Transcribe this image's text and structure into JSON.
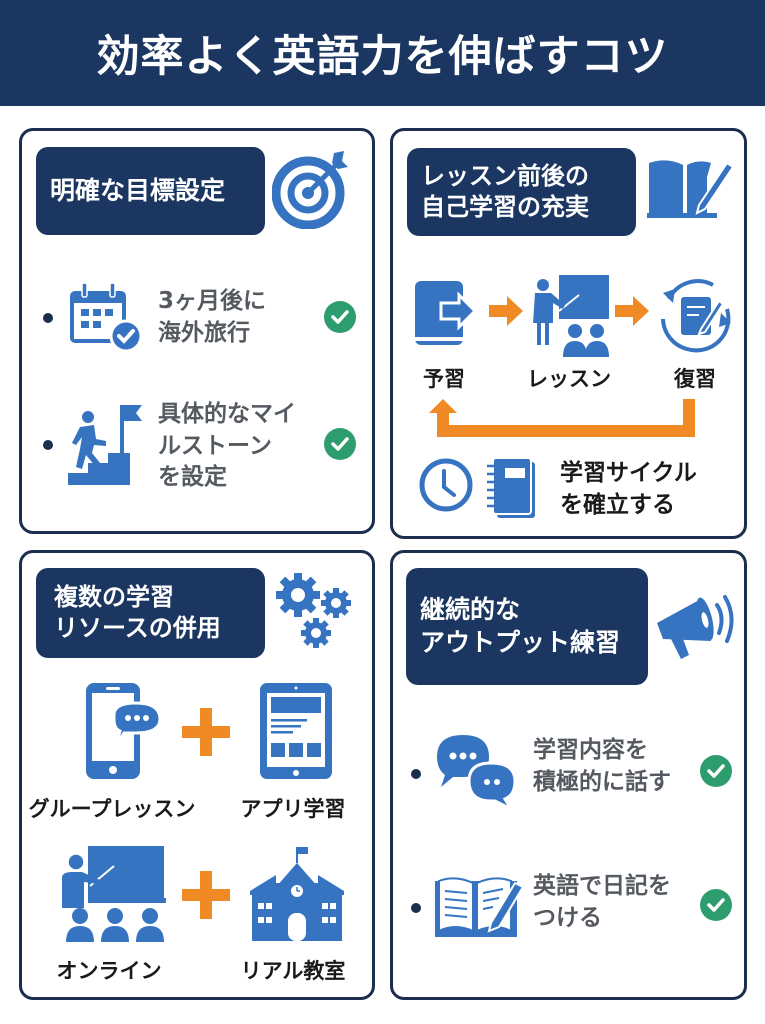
{
  "header": {
    "title": "効率よく英語力を伸ばすコツ"
  },
  "colors": {
    "navy": "#1b3660",
    "icon_blue": "#3673c0",
    "orange": "#f08a24",
    "check_green": "#2e9d6e",
    "text_gray": "#555a60"
  },
  "cards": [
    {
      "title": "明確な目標設定",
      "header_icon": "target-icon",
      "items": [
        {
          "icon": "calendar-check-icon",
          "text_line1": "3ヶ月後に",
          "text_line2": "海外旅行",
          "checked": true
        },
        {
          "icon": "climbing-stairs-flag-icon",
          "text_line1": "具体的なマイ",
          "text_line2": "ルストーン",
          "text_line3": "を設定",
          "checked": true
        }
      ]
    },
    {
      "title_line1": "レッスン前後の",
      "title_line2": "自己学習の充実",
      "header_icon": "open-book-pen-icon",
      "flow": [
        {
          "icon": "book-arrow-icon",
          "label": "予習"
        },
        {
          "icon": "teacher-board-icon",
          "label": "レッスン"
        },
        {
          "icon": "notebook-cycle-icon",
          "label": "復習"
        }
      ],
      "footer": {
        "icons": [
          "clock-icon",
          "notebook-icon"
        ],
        "text_line1": "学習サイクル",
        "text_line2": "を確立する"
      }
    },
    {
      "title_line1": "複数の学習",
      "title_line2": "リソースの併用",
      "header_icon": "gears-icon",
      "resources": [
        {
          "icon": "smartphone-chat-icon",
          "label": "グループレッスン"
        },
        {
          "icon": "tablet-app-icon",
          "label": "アプリ学習"
        },
        {
          "icon": "online-teacher-icon",
          "label": "オンライン"
        },
        {
          "icon": "school-building-icon",
          "label": "リアル教室"
        }
      ]
    },
    {
      "title_line1": "継続的な",
      "title_line2": "アウトプット練習",
      "header_icon": "megaphone-icon",
      "items": [
        {
          "icon": "speech-bubbles-icon",
          "text_line1": "学習内容を",
          "text_line2": "積極的に話す",
          "checked": true
        },
        {
          "icon": "journal-pen-icon",
          "text_line1": "英語で日記を",
          "text_line2": "つける",
          "checked": true
        }
      ]
    }
  ]
}
